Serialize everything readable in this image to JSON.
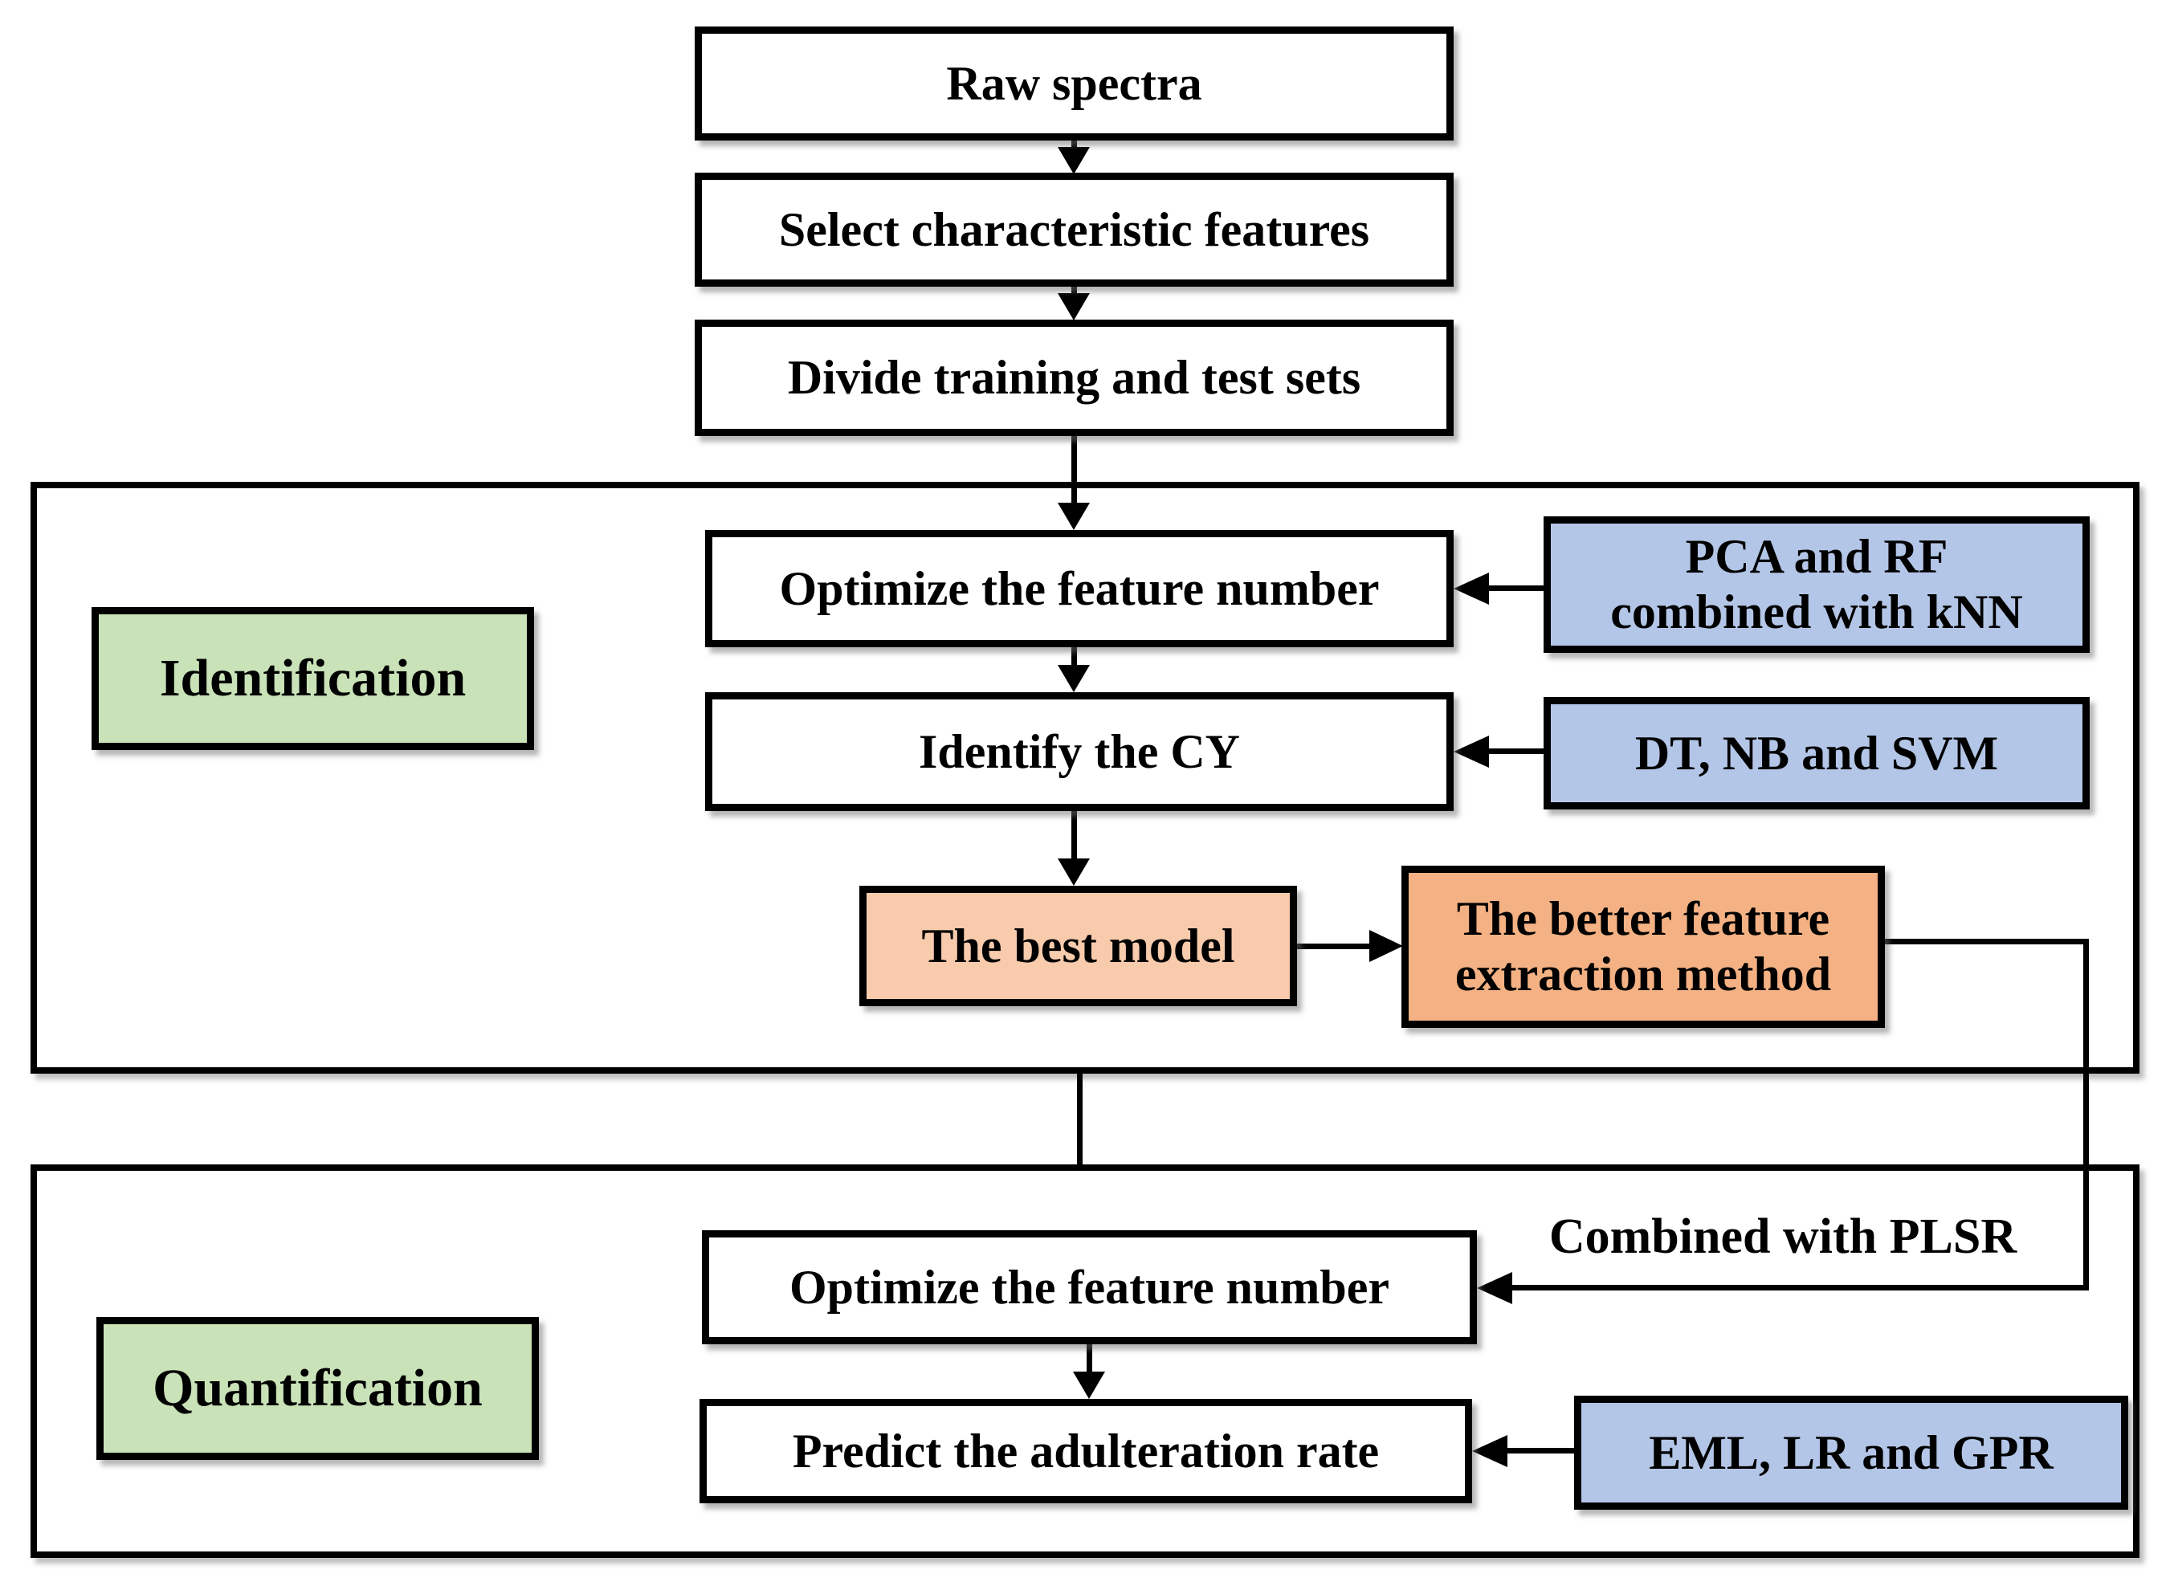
{
  "flow": {
    "raw_spectra": "Raw spectra",
    "select_features": "Select characteristic features",
    "divide_sets": "Divide training and test sets"
  },
  "identification": {
    "label": "Identification",
    "optimize_feature_number": "Optimize the feature number",
    "pca_rf_knn": "PCA and RF\ncombined with kNN",
    "identify_cy": "Identify the CY",
    "dt_nb_svm": "DT, NB and SVM",
    "best_model": "The best model",
    "better_feature_method": "The better feature\nextraction method"
  },
  "quantification": {
    "label": "Quantification",
    "combined_with_plsr": "Combined with PLSR",
    "optimize_feature_number": "Optimize the feature number",
    "predict_adulteration_rate": "Predict the adulteration rate",
    "eml_lr_gpr": "EML, LR and GPR"
  },
  "colors": {
    "section_label_bg": "#c9e2b8",
    "method_box_bg": "#b4c6e7",
    "best_model_bg": "#f8cbad",
    "better_method_bg": "#f4b183",
    "box_bg": "#ffffff",
    "line": "#000000"
  }
}
